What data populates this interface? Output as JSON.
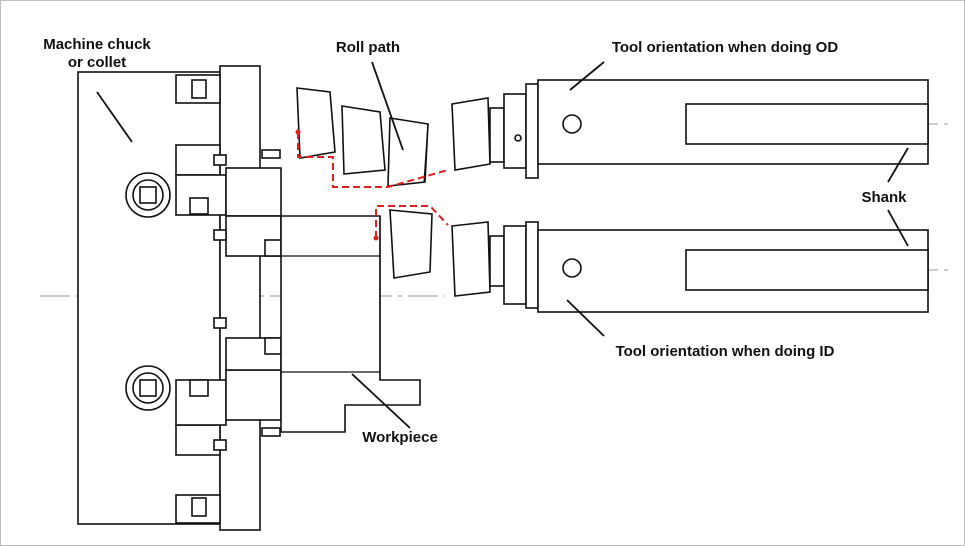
{
  "labels": {
    "chuck_line1": "Machine chuck",
    "chuck_line2": "or collet",
    "roll_path": "Roll path",
    "od": "Tool orientation when doing OD",
    "shank": "Shank",
    "id": "Tool orientation when doing ID",
    "workpiece": "Workpiece"
  },
  "colors": {
    "outline": "#111111",
    "roll_path": "#e0201c",
    "center_line": "#9a9a9a",
    "frame": "#bdbdbd"
  }
}
